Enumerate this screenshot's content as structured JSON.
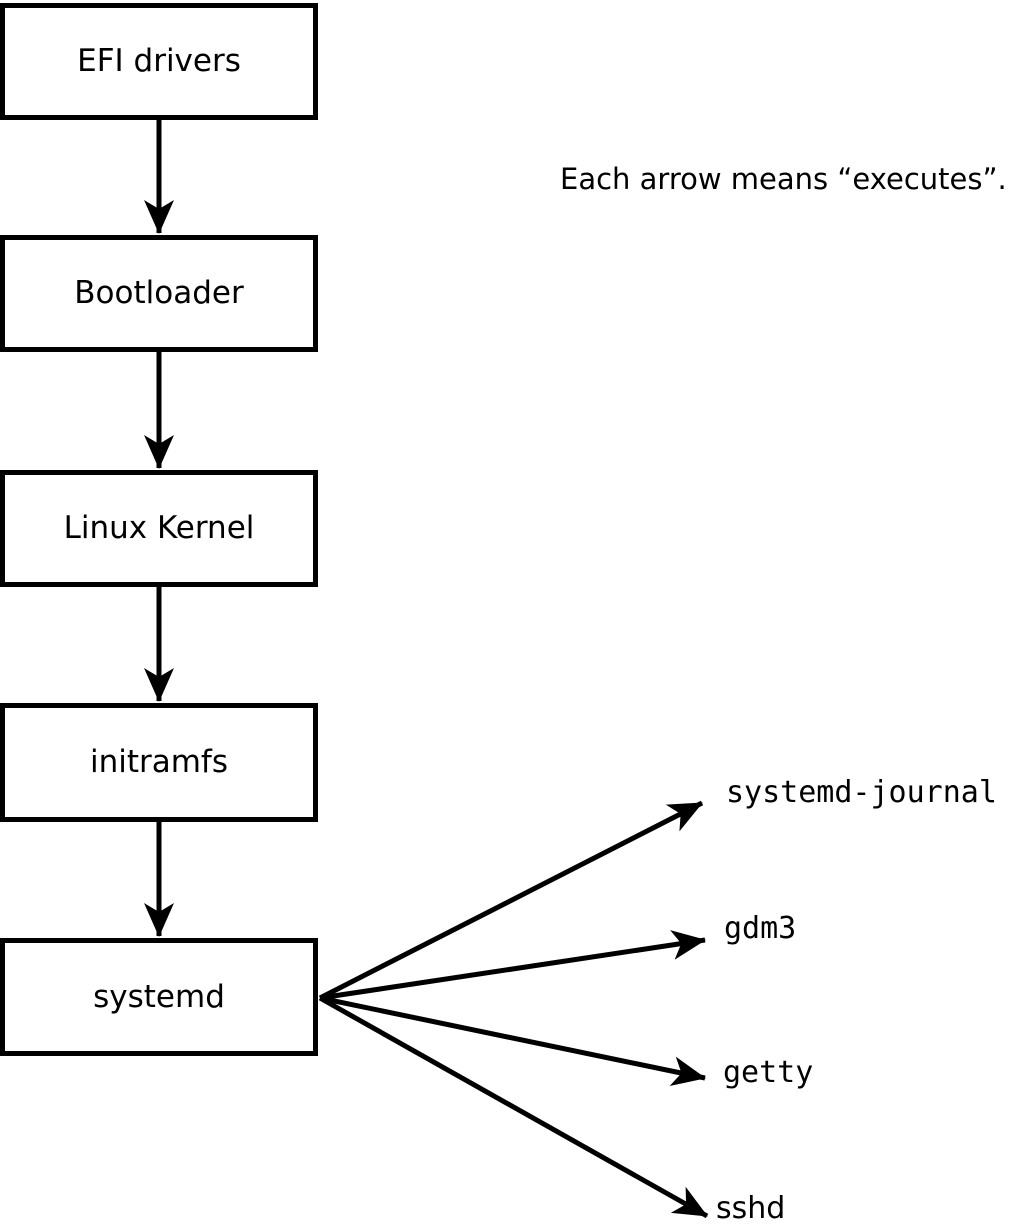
{
  "note": {
    "text": "Each arrow means “executes”."
  },
  "chain": [
    {
      "label": "EFI drivers"
    },
    {
      "label": "Bootloader"
    },
    {
      "label": "Linux Kernel"
    },
    {
      "label": "initramfs"
    },
    {
      "label": "systemd"
    }
  ],
  "services": [
    {
      "label": "systemd-journal"
    },
    {
      "label": "gdm3"
    },
    {
      "label": "getty"
    },
    {
      "label": "sshd"
    }
  ],
  "arrow_meaning": "executes",
  "colors": {
    "line": "#000000",
    "background": "#ffffff",
    "box_fill": "#ffffff",
    "text": "#000000"
  }
}
